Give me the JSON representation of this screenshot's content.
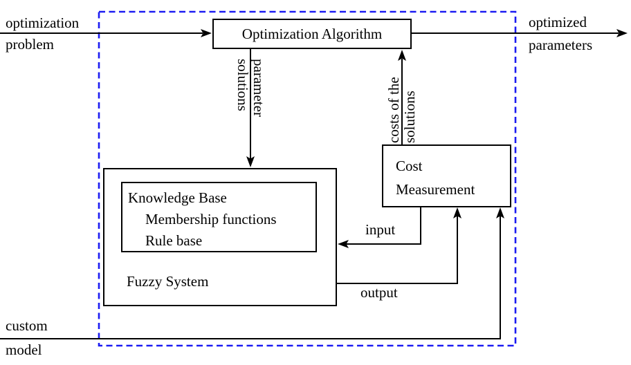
{
  "colors": {
    "line": "#000000",
    "dash": "#1b1bf2",
    "bg": "#ffffff"
  },
  "external_labels": {
    "problem_in": {
      "line1": "optimization",
      "line2": "problem"
    },
    "params_out": {
      "line1": "optimized",
      "line2": "parameters"
    },
    "custom_model": {
      "line1": "custom",
      "line2": "model"
    }
  },
  "boxes": {
    "optimization_algorithm": "Optimization Algorithm",
    "cost_measurement": {
      "line1": "Cost",
      "line2": "Measurement"
    },
    "fuzzy_system": "Fuzzy System",
    "knowledge_base": {
      "title": "Knowledge Base",
      "items": [
        "Membership functions",
        "Rule base"
      ]
    }
  },
  "arrow_labels": {
    "down": {
      "line1": "parameter",
      "line2": "solutions"
    },
    "up": {
      "line1": "costs of the",
      "line2": "solutions"
    },
    "input": "input",
    "output": "output"
  }
}
